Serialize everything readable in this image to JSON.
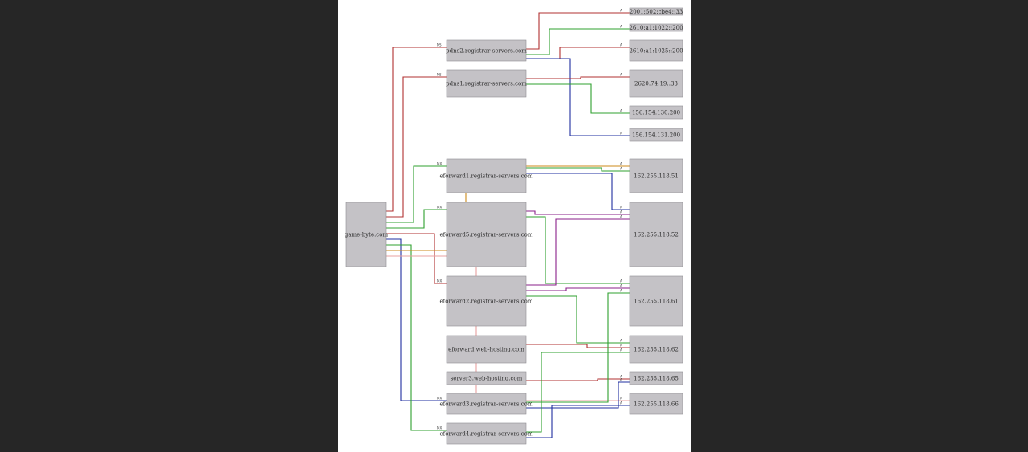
{
  "diagram": {
    "nodes": [
      {
        "id": "root",
        "label": "game-byte.com"
      },
      {
        "id": "pdns2",
        "label": "pdns2.registrar-servers.com"
      },
      {
        "id": "pdns1",
        "label": "pdns1.registrar-servers.com"
      },
      {
        "id": "efw1",
        "label": "eforward1.registrar-servers.com"
      },
      {
        "id": "efw5",
        "label": "eforward5.registrar-servers.com"
      },
      {
        "id": "efw2",
        "label": "eforward2.registrar-servers.com"
      },
      {
        "id": "efwwh",
        "label": "eforward.web-hosting.com"
      },
      {
        "id": "server3",
        "label": "server3.web-hosting.com"
      },
      {
        "id": "efw3",
        "label": "eforward3.registrar-servers.com"
      },
      {
        "id": "efw4",
        "label": "eforward4.registrar-servers.com"
      },
      {
        "id": "ip6a",
        "label": "2001:502:cbe4::33"
      },
      {
        "id": "ip6b",
        "label": "2610:a1:1022::200"
      },
      {
        "id": "ip6c",
        "label": "2610:a1:1025::200"
      },
      {
        "id": "ip6d",
        "label": "2620:74:19::33"
      },
      {
        "id": "ip4a",
        "label": "156.154.130.200"
      },
      {
        "id": "ip4b",
        "label": "156.154.131.200"
      },
      {
        "id": "ip51",
        "label": "162.255.118.51"
      },
      {
        "id": "ip52",
        "label": "162.255.118.52"
      },
      {
        "id": "ip61",
        "label": "162.255.118.61"
      },
      {
        "id": "ip62",
        "label": "162.255.118.62"
      },
      {
        "id": "ip65",
        "label": "162.255.118.65"
      },
      {
        "id": "ip66",
        "label": "162.255.118.66"
      }
    ],
    "edges": [
      {
        "from": "root",
        "to": "pdns2",
        "label": "NS",
        "color": "#b03030"
      },
      {
        "from": "root",
        "to": "pdns1",
        "label": "NS",
        "color": "#b03030"
      },
      {
        "from": "root",
        "to": "efw1",
        "label": "MX",
        "color": "#2fa02f"
      },
      {
        "from": "root",
        "to": "efw5",
        "label": "MX",
        "color": "#2fa02f"
      },
      {
        "from": "root",
        "to": "efw2",
        "label": "MX",
        "color": "#b03030"
      },
      {
        "from": "root",
        "to": "efw3",
        "label": "MX",
        "color": "#1f2fa0"
      },
      {
        "from": "root",
        "to": "efw4",
        "label": "MX",
        "color": "#2fa02f"
      },
      {
        "from": "root",
        "to": "ip51",
        "label": "A",
        "color": "#cc8a1a"
      },
      {
        "from": "root",
        "to": "ip66",
        "label": "A",
        "color": "#e8a0a0"
      },
      {
        "from": "pdns2",
        "to": "ip6a",
        "label": "A",
        "color": "#b03030"
      },
      {
        "from": "pdns2",
        "to": "ip6b",
        "label": "A",
        "color": "#2fa02f"
      },
      {
        "from": "pdns2",
        "to": "ip6c",
        "label": "A",
        "color": "#b03030"
      },
      {
        "from": "pdns2",
        "to": "ip4b",
        "label": "A",
        "color": "#1f2fa0"
      },
      {
        "from": "pdns1",
        "to": "ip6d",
        "label": "A",
        "color": "#b03030"
      },
      {
        "from": "pdns1",
        "to": "ip4a",
        "label": "A",
        "color": "#2fa02f"
      },
      {
        "from": "efw1",
        "to": "ip51",
        "label": "A",
        "color": "#2fa02f"
      },
      {
        "from": "efw1",
        "to": "ip52",
        "label": "A",
        "color": "#1f2fa0"
      },
      {
        "from": "efw5",
        "to": "ip52",
        "label": "A",
        "color": "#8a1f8a"
      },
      {
        "from": "efw5",
        "to": "ip61",
        "label": "A",
        "color": "#2fa02f"
      },
      {
        "from": "efw2",
        "to": "ip52",
        "label": "A",
        "color": "#8a1f8a"
      },
      {
        "from": "efw2",
        "to": "ip61",
        "label": "A",
        "color": "#8a1f8a"
      },
      {
        "from": "efw2",
        "to": "ip62",
        "label": "A",
        "color": "#2fa02f"
      },
      {
        "from": "efwwh",
        "to": "ip62",
        "label": "A",
        "color": "#b03030"
      },
      {
        "from": "server3",
        "to": "ip65",
        "label": "A",
        "color": "#b03030"
      },
      {
        "from": "efw3",
        "to": "ip61",
        "label": "A",
        "color": "#2fa02f"
      },
      {
        "from": "efw3",
        "to": "ip65",
        "label": "A",
        "color": "#1f2fa0"
      },
      {
        "from": "efw4",
        "to": "ip62",
        "label": "A",
        "color": "#2fa02f"
      },
      {
        "from": "efw4",
        "to": "ip66",
        "label": "A",
        "color": "#1f2fa0"
      }
    ]
  }
}
